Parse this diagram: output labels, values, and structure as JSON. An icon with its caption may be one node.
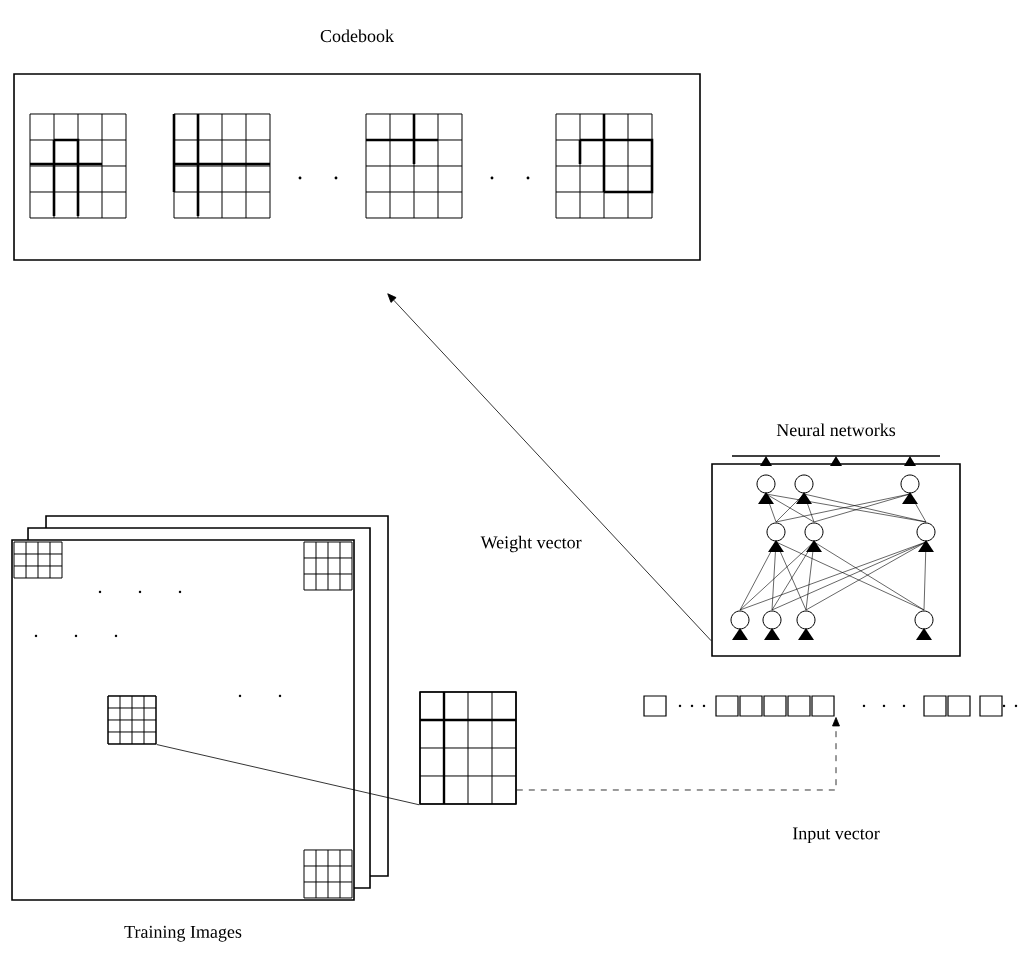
{
  "diagram": {
    "nodes": [
      {
        "text": [
          "Codebook"
        ]
      },
      {
        "text": [
          "Neural networks"
        ]
      },
      {
        "text": [
          "Training Images"
        ]
      },
      {
        "text": [],
        "shape": "box",
        "in": 2
      },
      {
        "text": [],
        "shape": "box"
      },
      {
        "text": [
          "Input vector"
        ]
      }
    ],
    "edges": [
      {
        "from": 1,
        "to": 0,
        "arrow": "to",
        "label": "Weight vector"
      },
      {
        "from": 3,
        "to": 4,
        "arrow": "none"
      },
      {
        "from": 4,
        "to": 5,
        "arrow": "to",
        "style": "dashed"
      }
    ]
  }
}
